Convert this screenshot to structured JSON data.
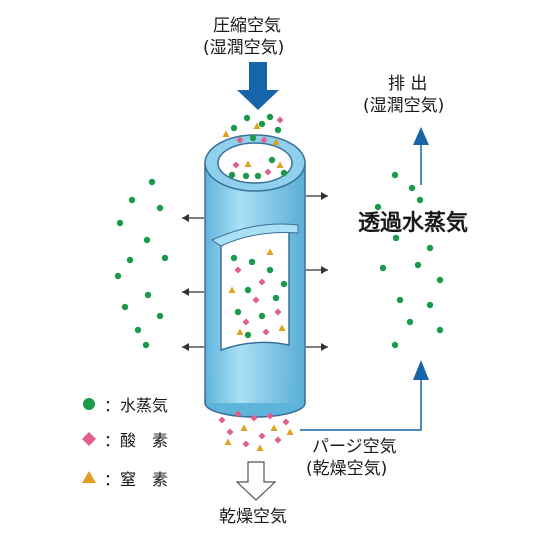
{
  "labels": {
    "compressed_air": "圧縮空気",
    "compressed_air_sub": "(湿潤空気)",
    "exhaust": "排 出",
    "exhaust_sub": "(湿潤空気)",
    "permeated_vapor": "透過水蒸気",
    "purge_air": "パージ空気",
    "purge_air_sub": "(乾燥空気)",
    "dry_air_out": "乾燥空気"
  },
  "legend": [
    {
      "symbol": "circle",
      "color": "#1a9a4a",
      "label": "：水蒸気"
    },
    {
      "symbol": "diamond",
      "color": "#e0608a",
      "label": "：酸　素"
    },
    {
      "symbol": "triangle",
      "color": "#e0a020",
      "label": "：窒　素"
    }
  ],
  "colors": {
    "tube_fill": "#8fd0ec",
    "tube_stroke": "#3a6f9a",
    "arrow_blue": "#1565a8",
    "water": "#1a9a4a",
    "oxygen": "#e0608a",
    "nitrogen": "#e0a020"
  }
}
